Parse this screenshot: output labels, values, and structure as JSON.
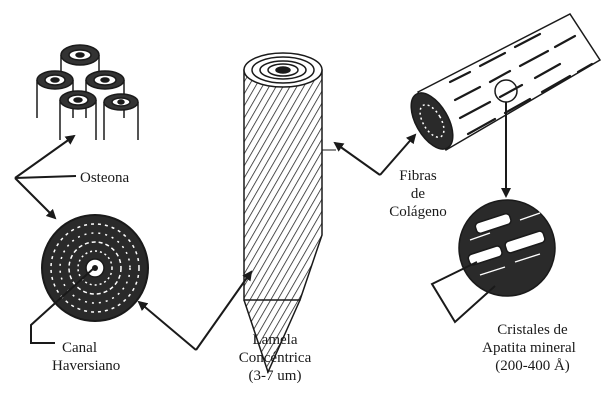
{
  "labels": {
    "osteona": "Osteona",
    "canal_line1": "Canal",
    "canal_line2": "Haversiano",
    "lamela_line1": "Lamela",
    "lamela_line2": "Concéntrica",
    "lamela_line3": "(3-7 um)",
    "fibras_line1": "Fibras",
    "fibras_line2": "de",
    "fibras_line3": "Colágeno",
    "cristales_line1": "Cristales de",
    "cristales_line2": "Apatita mineral",
    "cristales_line3": "(200-400 Å)"
  },
  "colors": {
    "ink": "#1a1a1a",
    "background": "#ffffff"
  }
}
